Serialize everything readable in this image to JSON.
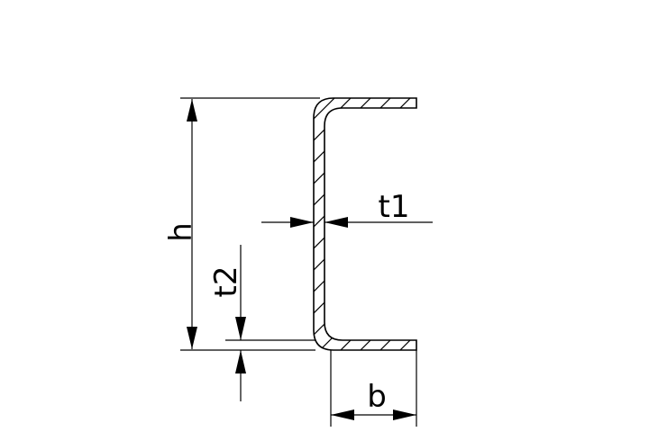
{
  "diagram": {
    "type": "channel-section-dimension-drawing",
    "labels": {
      "height": "h",
      "width": "b",
      "web_thickness": "t1",
      "flange_thickness": "t2"
    },
    "line_color": "#000000",
    "background": "#ffffff"
  }
}
